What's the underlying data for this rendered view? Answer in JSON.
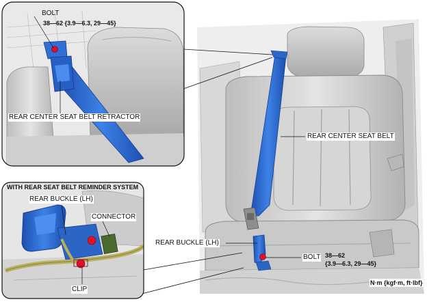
{
  "top_inset": {
    "bolt_label": "BOLT",
    "bolt_torque": "38—62 {3.9—6.3, 29—45}",
    "retractor_label": "REAR CENTER SEAT BELT RETRACTOR"
  },
  "bottom_inset": {
    "title": "WITH REAR SEAT BELT REMINDER SYSTEM",
    "buckle_label": "REAR BUCKLE (LH)",
    "connector_label": "CONNECTOR",
    "clip_label": "CLIP"
  },
  "main_view": {
    "belt_label": "REAR CENTER SEAT BELT",
    "buckle_label": "REAR BUCKLE (LH)",
    "bolt_label": "BOLT",
    "bolt_torque_line1": "38—62",
    "bolt_torque_line2": "{3.9—6.3, 29—45}",
    "units": "N·m {kgf·m, ft·lbf}"
  },
  "colors": {
    "belt_blue": "#2f6fd6",
    "bolt_red": "#e0102a",
    "harness_yellow": "#c8c060"
  }
}
